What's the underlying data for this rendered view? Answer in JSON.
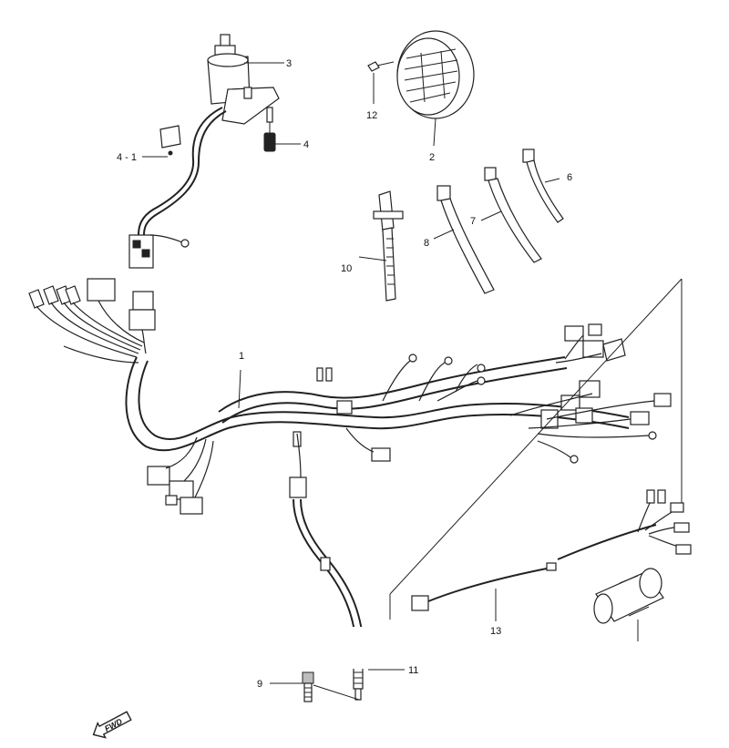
{
  "callouts": [
    {
      "id": "c1",
      "text": "1"
    },
    {
      "id": "c2",
      "text": "2"
    },
    {
      "id": "c3",
      "text": "3"
    },
    {
      "id": "c4",
      "text": "4"
    },
    {
      "id": "c41",
      "text": "4 - 1"
    },
    {
      "id": "c6",
      "text": "6"
    },
    {
      "id": "c7",
      "text": "7"
    },
    {
      "id": "c8",
      "text": "8"
    },
    {
      "id": "c9",
      "text": "9"
    },
    {
      "id": "c10",
      "text": "10"
    },
    {
      "id": "c11",
      "text": "11"
    },
    {
      "id": "c12",
      "text": "12"
    },
    {
      "id": "c13",
      "text": "13"
    }
  ],
  "direction_marker": {
    "text": "FWD"
  }
}
